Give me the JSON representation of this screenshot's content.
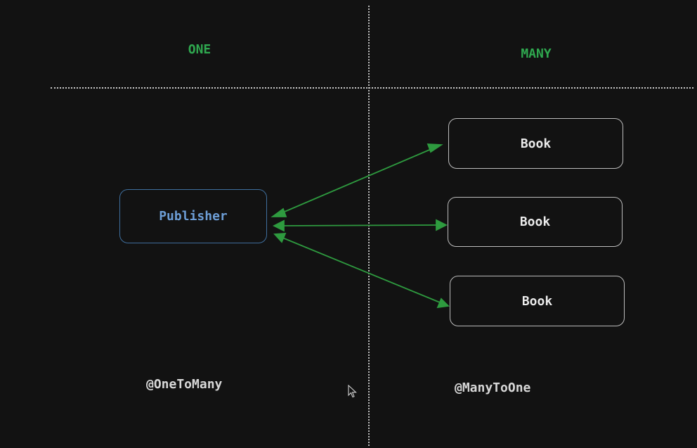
{
  "headings": {
    "one": "ONE",
    "many": "MANY"
  },
  "entities": {
    "publisher": "Publisher",
    "books": [
      "Book",
      "Book",
      "Book"
    ]
  },
  "annotations": {
    "left": "@OneToMany",
    "right": "@ManyToOne"
  },
  "colors": {
    "background": "#121212",
    "accent_green": "#2fa84f",
    "publisher_blue": "#6d9ed6",
    "publisher_border": "#3f6f9e",
    "arrow": "#2e9a3f"
  },
  "icons": {
    "cursor": "mouse-pointer-icon"
  }
}
